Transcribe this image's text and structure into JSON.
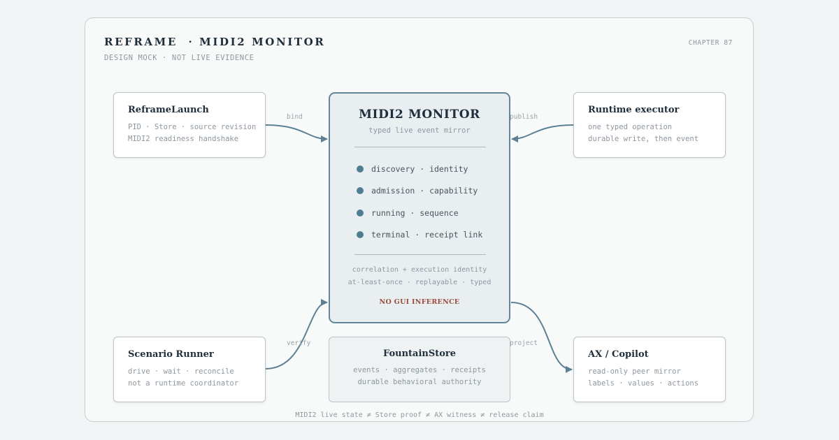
{
  "header": {
    "title": "REFRAME  · MIDI2 MONITOR",
    "subtitle": "DESIGN MOCK · NOT LIVE EVIDENCE",
    "chapter": "CHAPTER 87"
  },
  "monitor": {
    "title": "MIDI2 MONITOR",
    "subtitle": "typed live event mirror",
    "stages": [
      "discovery · identity",
      "admission · capability",
      "running · sequence",
      "terminal · receipt link"
    ],
    "footer_lines": [
      "correlation + execution identity",
      "at-least-once · replayable · typed"
    ],
    "warning": "NO GUI INFERENCE"
  },
  "nodes": {
    "reframe_launch": {
      "title": "ReframeLaunch",
      "lines": [
        "PID · Store · source revision",
        "MIDI2 readiness handshake"
      ]
    },
    "runtime_executor": {
      "title": "Runtime executor",
      "lines": [
        "one typed operation",
        "durable write, then event"
      ]
    },
    "scenario_runner": {
      "title": "Scenario Runner",
      "lines": [
        "drive · wait · reconcile",
        "not a runtime coordinator"
      ]
    },
    "fountain_store": {
      "title": "FountainStore",
      "lines": [
        "events · aggregates · receipts",
        "durable behavioral authority"
      ]
    },
    "ax_copilot": {
      "title": "AX / Copilot",
      "lines": [
        "read-only peer mirror",
        "labels · values · actions"
      ]
    }
  },
  "edges": {
    "bind": "bind",
    "publish": "publish",
    "verify": "verify",
    "project": "project"
  },
  "footer": "MIDI2 live state ≠ Store proof ≠ AX witness ≠ release claim",
  "colors": {
    "accent": "#5f8699",
    "edge": "#5c8195",
    "warning": "#9a4a3a",
    "dot": "#4f7d91"
  }
}
